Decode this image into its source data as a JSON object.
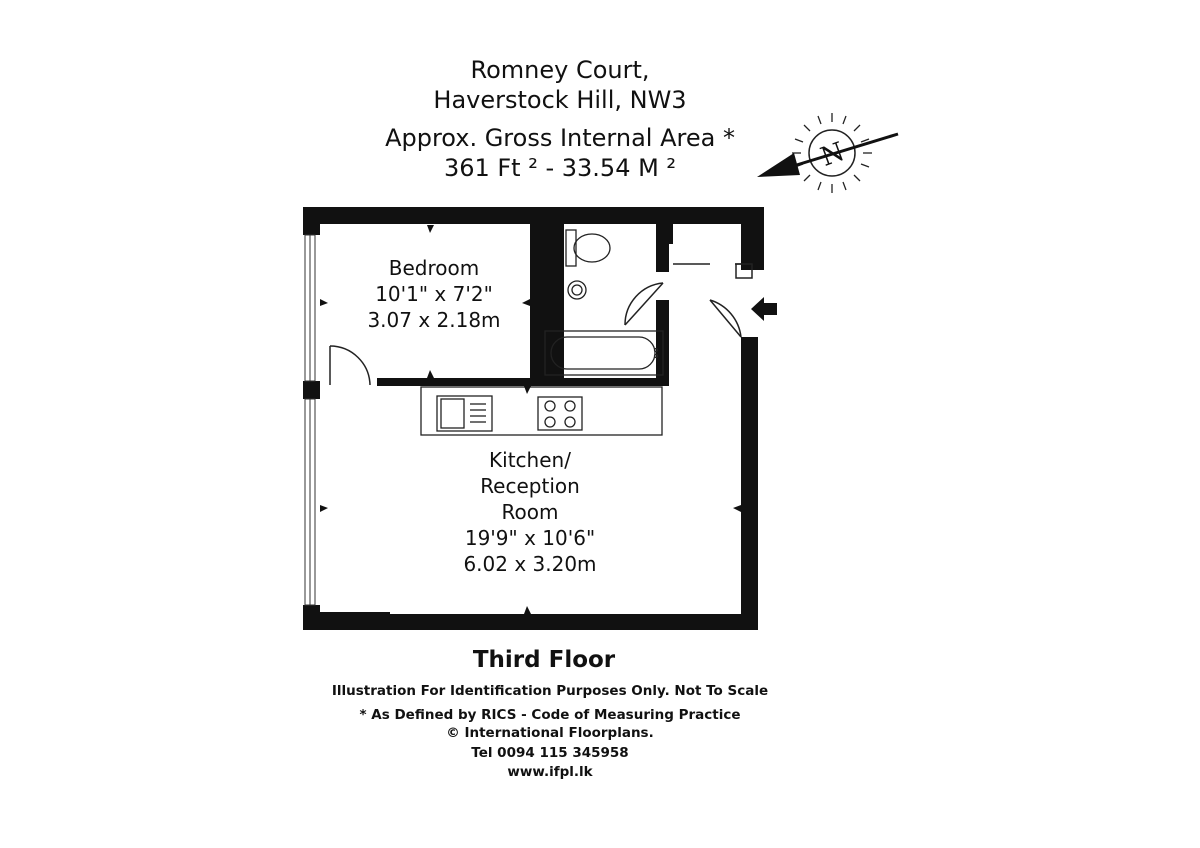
{
  "header": {
    "line1": "Romney Court,",
    "line2": "Haverstock Hill, NW3",
    "area_label": "Approx. Gross Internal Area *",
    "area_value": "361 Ft ² - 33.54 M ²"
  },
  "compass": {
    "letter": "N"
  },
  "rooms": [
    {
      "name_lines": [
        "Bedroom"
      ],
      "imperial": "10'1\" x 7'2\"",
      "metric": "3.07 x 2.18m"
    },
    {
      "name_lines": [
        "Kitchen/",
        "Reception",
        "Room"
      ],
      "imperial": "19'9\" x 10'6\"",
      "metric": "6.02 x 3.20m"
    }
  ],
  "floor_label": "Third Floor",
  "notes": [
    "Illustration For Identification Purposes Only. Not To Scale",
    "* As Defined by RICS - Code of Measuring Practice",
    "© International Floorplans.",
    "Tel 0094 115 345958",
    "www.ifpl.lk"
  ],
  "colors": {
    "wall": "#111111",
    "line": "#222222",
    "background": "#ffffff"
  }
}
